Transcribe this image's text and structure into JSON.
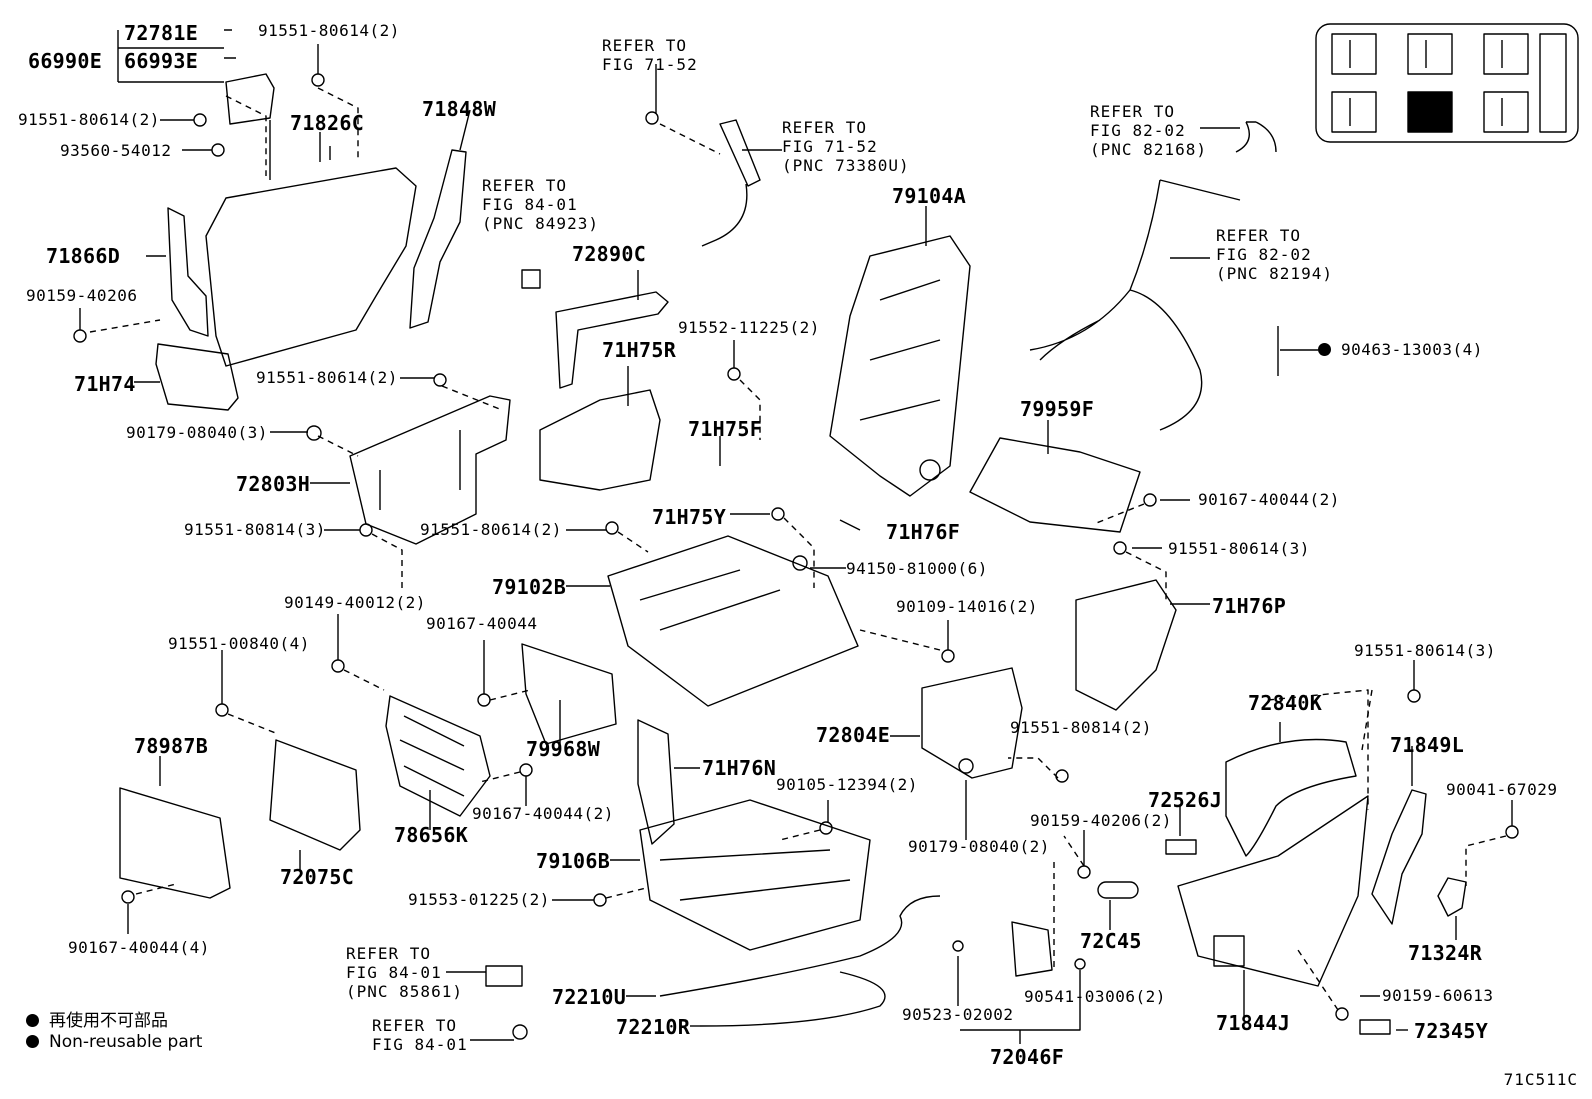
{
  "part_labels": {
    "p72781E": "72781E",
    "p66990E": "66990E",
    "p66993E": "66993E",
    "p91551_80614_2a": "91551-80614(2)",
    "p91551_80614_2b": "91551-80614(2)",
    "p93560_54012": "93560-54012",
    "p71826C": "71826C",
    "p71848W": "71848W",
    "p71866D": "71866D",
    "p90159_40206": "90159-40206",
    "p71H74": "71H74",
    "p91551_80614_2c": "91551-80614(2)",
    "p90179_08040_3": "90179-08040(3)",
    "p72803H": "72803H",
    "p91551_80814_3": "91551-80814(3)",
    "p91551_80614_2d": "91551-80614(2)",
    "p72890C": "72890C",
    "p71H75R": "71H75R",
    "p91552_11225_2": "91552-11225(2)",
    "p79104A": "79104A",
    "p71H75F": "71H75F",
    "p71H75Y": "71H75Y",
    "p71H76F": "71H76F",
    "p94150_81000_6": "94150-81000(6)",
    "p79102B": "79102B",
    "p90109_14016_2": "90109-14016(2)",
    "p79959F": "79959F",
    "p90167_40044_2a": "90167-40044(2)",
    "p91551_80614_3a": "91551-80614(3)",
    "p71H76P": "71H76P",
    "p90463_13003_4": "90463-13003(4)",
    "p90149_40012_2": "90149-40012(2)",
    "p91551_00840_4": "91551-00840(4)",
    "p90167_40044": "90167-40044",
    "p78987B": "78987B",
    "p79968W": "79968W",
    "p72075C": "72075C",
    "p78656K": "78656K",
    "p90167_40044_2b": "90167-40044(2)",
    "p71H76N": "71H76N",
    "p72804E": "72804E",
    "p91551_80814_2": "91551-80814(2)",
    "p90105_12394_2": "90105-12394(2)",
    "p90179_08040_2": "90179-08040(2)",
    "p79106B": "79106B",
    "p91553_01225_2": "91553-01225(2)",
    "p90167_40044_4": "90167-40044(4)",
    "p72210U": "72210U",
    "p72210R": "72210R",
    "p90159_40206_2": "90159-40206(2)",
    "p72526J": "72526J",
    "p72C45": "72C45",
    "p90523_02002": "90523-02002",
    "p90541_03006_2": "90541-03006(2)",
    "p72046F": "72046F",
    "p72840K": "72840K",
    "p91551_80614_3b": "91551-80614(3)",
    "p71849L": "71849L",
    "p90041_67029": "90041-67029",
    "p71324R": "71324R",
    "p71844J": "71844J",
    "p90159_60613": "90159-60613",
    "p72345Y": "72345Y"
  },
  "references": {
    "r1": [
      "REFER TO",
      "FIG 71-52"
    ],
    "r2": [
      "REFER TO",
      "FIG 71-52",
      "(PNC 73380U)"
    ],
    "r3": [
      "REFER TO",
      "FIG 84-01",
      "(PNC 84923)"
    ],
    "r4": [
      "REFER TO",
      "FIG 82-02",
      "(PNC 82168)"
    ],
    "r5": [
      "REFER TO",
      "FIG 82-02",
      "(PNC 82194)"
    ],
    "r6": [
      "REFER TO",
      "FIG 84-01",
      "(PNC 85861)"
    ],
    "r7": [
      "REFER TO",
      "FIG 84-01"
    ]
  },
  "legend": {
    "jp": "再使用不可部品",
    "en": "Non-reusable part"
  },
  "figure_id": "71C511C",
  "colors": {
    "line": "#000000",
    "part_fill": "#ffffff",
    "highlight": "#000000"
  }
}
